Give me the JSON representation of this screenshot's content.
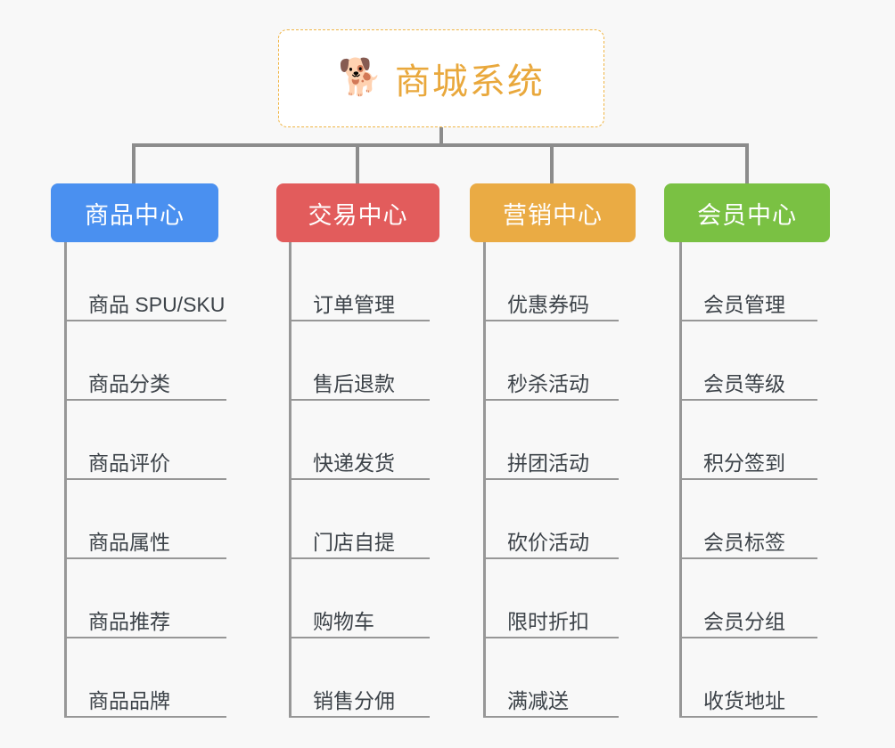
{
  "page": {
    "background_color": "#f8f8f8",
    "title": "商城系统"
  },
  "root": {
    "icon": "shiba-dog-face-icon",
    "emoji": "🐕",
    "label": "商城系统",
    "text_color": "#e9a83c",
    "border_color": "#f0b545",
    "background_color": "#ffffff"
  },
  "connector": {
    "color": "#8c8c8c"
  },
  "branches": [
    {
      "id": "product-center",
      "label": "商品中心",
      "color": "#4a90f0",
      "items": [
        {
          "label": "商品 SPU/SKU"
        },
        {
          "label": "商品分类"
        },
        {
          "label": "商品评价"
        },
        {
          "label": "商品属性"
        },
        {
          "label": "商品推荐"
        },
        {
          "label": "商品品牌"
        }
      ]
    },
    {
      "id": "trade-center",
      "label": "交易中心",
      "color": "#e25c5c",
      "items": [
        {
          "label": "订单管理"
        },
        {
          "label": "售后退款"
        },
        {
          "label": "快递发货"
        },
        {
          "label": "门店自提"
        },
        {
          "label": "购物车"
        },
        {
          "label": "销售分佣"
        }
      ]
    },
    {
      "id": "marketing-center",
      "label": "营销中心",
      "color": "#eaab44",
      "items": [
        {
          "label": "优惠券码"
        },
        {
          "label": "秒杀活动"
        },
        {
          "label": "拼团活动"
        },
        {
          "label": "砍价活动"
        },
        {
          "label": "限时折扣"
        },
        {
          "label": "满减送"
        }
      ]
    },
    {
      "id": "member-center",
      "label": "会员中心",
      "color": "#7ac143",
      "items": [
        {
          "label": "会员管理"
        },
        {
          "label": "会员等级"
        },
        {
          "label": "积分签到"
        },
        {
          "label": "会员标签"
        },
        {
          "label": "会员分组"
        },
        {
          "label": "收货地址"
        }
      ]
    }
  ]
}
